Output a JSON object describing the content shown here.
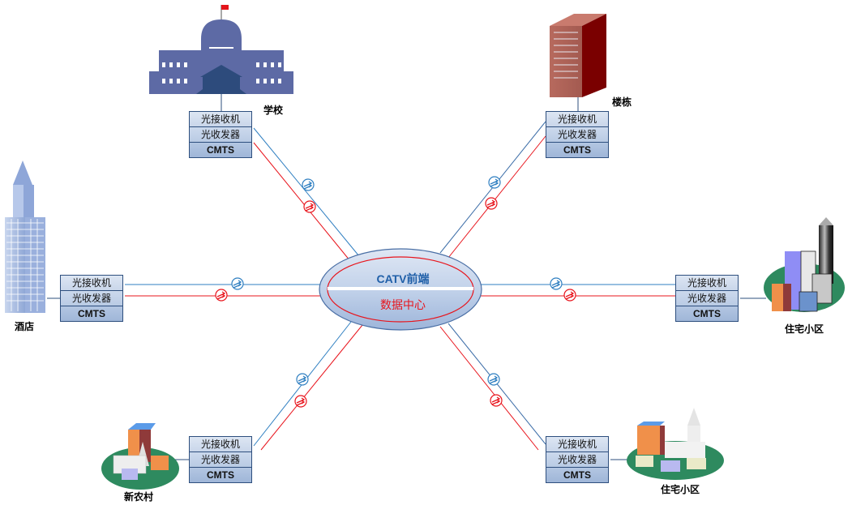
{
  "title": "CATV前端 数据中心 网络拓扑",
  "center": {
    "top_label": "CATV前端",
    "bottom_label": "数据中心"
  },
  "colors": {
    "downstream_line": "#2f7fc1",
    "return_line": "#e8141c",
    "box_border": "#2e4f7e",
    "ellipse_fill": "#b8c9e3",
    "center_top_text": "#1f5fa8",
    "center_bottom_text": "#e8141c"
  },
  "equipment_rows": [
    "光接收机",
    "光收发器",
    "CMTS"
  ],
  "sites": [
    {
      "id": "school",
      "label": "学校",
      "icon": "government-building-icon",
      "rows": [
        "光接收机",
        "光收发器",
        "CMTS"
      ]
    },
    {
      "id": "building",
      "label": "楼栋",
      "icon": "office-building-icon",
      "rows": [
        "光接收机",
        "光收发器",
        "CMTS"
      ]
    },
    {
      "id": "hotel",
      "label": "酒店",
      "icon": "skyscraper-icon",
      "rows": [
        "光接收机",
        "光收发器",
        "CMTS"
      ]
    },
    {
      "id": "residential-east",
      "label": "住宅小区",
      "icon": "city-blocks-icon",
      "rows": [
        "光接收机",
        "光收发器",
        "CMTS"
      ]
    },
    {
      "id": "village",
      "label": "新农村",
      "icon": "village-icon",
      "rows": [
        "光接收机",
        "光收发器",
        "CMTS"
      ]
    },
    {
      "id": "residential-southeast",
      "label": "住宅小区",
      "icon": "town-icon",
      "rows": [
        "光接收机",
        "光收发器",
        "CMTS"
      ]
    }
  ],
  "links": {
    "types": [
      "downstream-fiber",
      "return-fiber"
    ],
    "connector_icon": "bidirectional-optical-connector-icon"
  }
}
